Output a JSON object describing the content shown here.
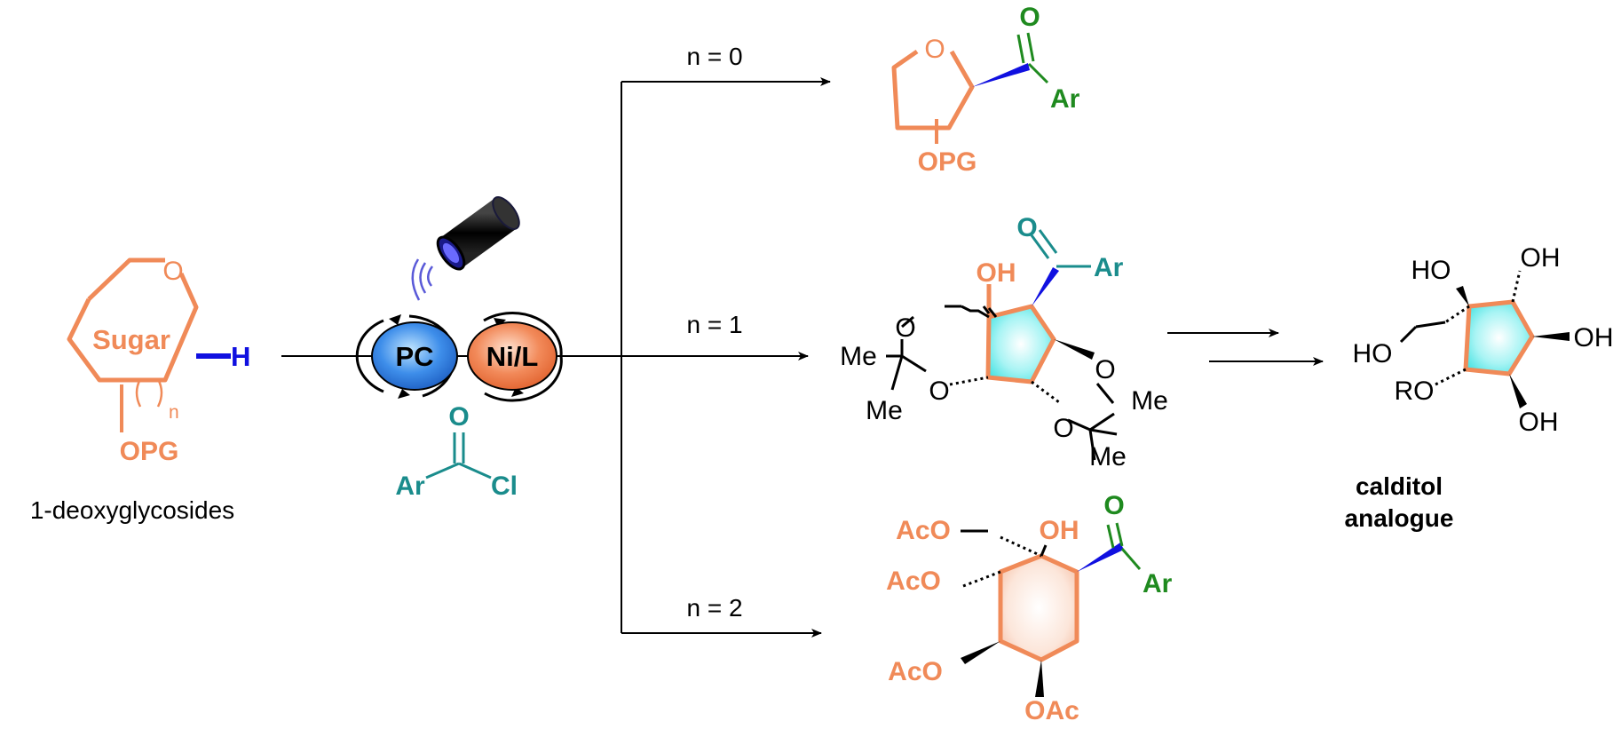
{
  "starting_material": {
    "name": "1-deoxyglycosides",
    "ring_atom": "O",
    "sugar_label": "Sugar",
    "hydrogen": "H",
    "repeat_index": "n",
    "protecting_group": "OPG"
  },
  "catalysis": {
    "photocatalyst": "PC",
    "nickel": "Ni/L"
  },
  "reagent": {
    "oxygen": "O",
    "aryl": "Ar",
    "chloride": "Cl"
  },
  "branches": {
    "n0_label": "n = 0",
    "n1_label": "n = 1",
    "n2_label": "n = 2"
  },
  "product_n0": {
    "ring_o": "O",
    "carbonyl_o": "O",
    "aryl": "Ar",
    "pg": "OPG"
  },
  "product_n1": {
    "oh": "OH",
    "carbonyl_o": "O",
    "aryl": "Ar",
    "o1": "O",
    "o2": "O",
    "o3": "O",
    "o4": "O",
    "me1": "Me",
    "me2": "Me",
    "me3": "Me",
    "me4": "Me"
  },
  "product_n2": {
    "aco1": "AcO",
    "oh": "OH",
    "carbonyl_o": "O",
    "aco2": "AcO",
    "aryl": "Ar",
    "aco3": "AcO",
    "oac": "OAc"
  },
  "calditol": {
    "ho1": "HO",
    "oh1": "OH",
    "ho2": "HO",
    "oh2": "OH",
    "ro": "RO",
    "oh3": "OH",
    "title_line1": "calditol",
    "title_line2": "analogue"
  },
  "colors": {
    "sugar": "#F08A58",
    "aryl_green": "#1F8A1F",
    "reagent_teal": "#1A8C8C",
    "hydrogen_blue": "#1010E0",
    "pc_blue": "#2F7FE0",
    "ni_orange": "#F07A48",
    "ring_fill_cyan": "#7FF0F0"
  }
}
